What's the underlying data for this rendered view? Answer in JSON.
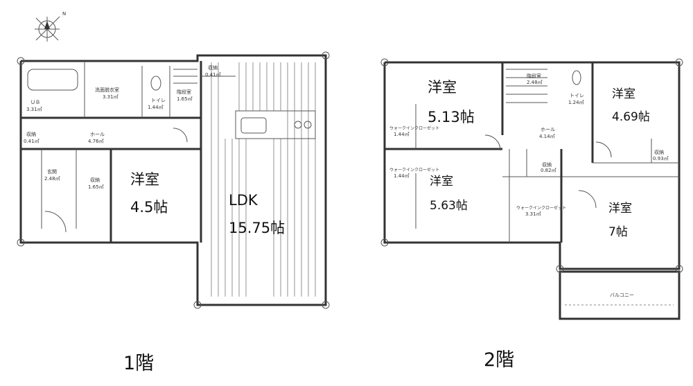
{
  "compass": {
    "label": "N"
  },
  "floor1": {
    "label": "1階",
    "rooms": {
      "ub": {
        "name": "ＵＢ",
        "area": "3.31㎡"
      },
      "washroom": {
        "name": "洗面脱衣室",
        "area": "3.31㎡"
      },
      "toilet": {
        "name": "トイレ",
        "area": "1.44㎡"
      },
      "stair_storage": {
        "name": "階段室",
        "area": "1.65㎡"
      },
      "storage_top": {
        "name": "収納",
        "area": "0.41㎡"
      },
      "storage_left": {
        "name": "収納",
        "area": "0.41㎡"
      },
      "hall": {
        "name": "ホール",
        "area": "4.76㎡"
      },
      "entrance": {
        "name": "玄関",
        "area": "2.48㎡"
      },
      "storage_entrance": {
        "name": "収納",
        "area": "1.65㎡"
      },
      "western": {
        "name": "洋室",
        "size": "4.5帖"
      },
      "ldk": {
        "name": "LDK",
        "size": "15.75帖"
      }
    }
  },
  "floor2": {
    "label": "2階",
    "rooms": {
      "western_a": {
        "name": "洋室",
        "size": "5.13帖"
      },
      "western_b": {
        "name": "洋室",
        "size": "4.69帖"
      },
      "western_c": {
        "name": "洋室",
        "size": "5.63帖"
      },
      "western_d": {
        "name": "洋室",
        "size": "7帖"
      },
      "stair": {
        "name": "階段室",
        "area": "2.48㎡"
      },
      "toilet": {
        "name": "トイレ",
        "area": "1.24㎡"
      },
      "hall": {
        "name": "ホール",
        "area": "4.14㎡"
      },
      "storage_a": {
        "name": "収納",
        "area": "0.82㎡"
      },
      "storage_b": {
        "name": "収納",
        "area": "0.93㎡"
      },
      "walkin_a": {
        "name": "ウォークインクローゼット",
        "area": "1.44㎡"
      },
      "walkin_b": {
        "name": "ウォークインクローゼット",
        "area": "1.44㎡"
      },
      "walkin_c": {
        "name": "ウォークインクローゼット",
        "area": "3.31㎡"
      },
      "balcony": {
        "name": "バルコニー"
      }
    }
  }
}
